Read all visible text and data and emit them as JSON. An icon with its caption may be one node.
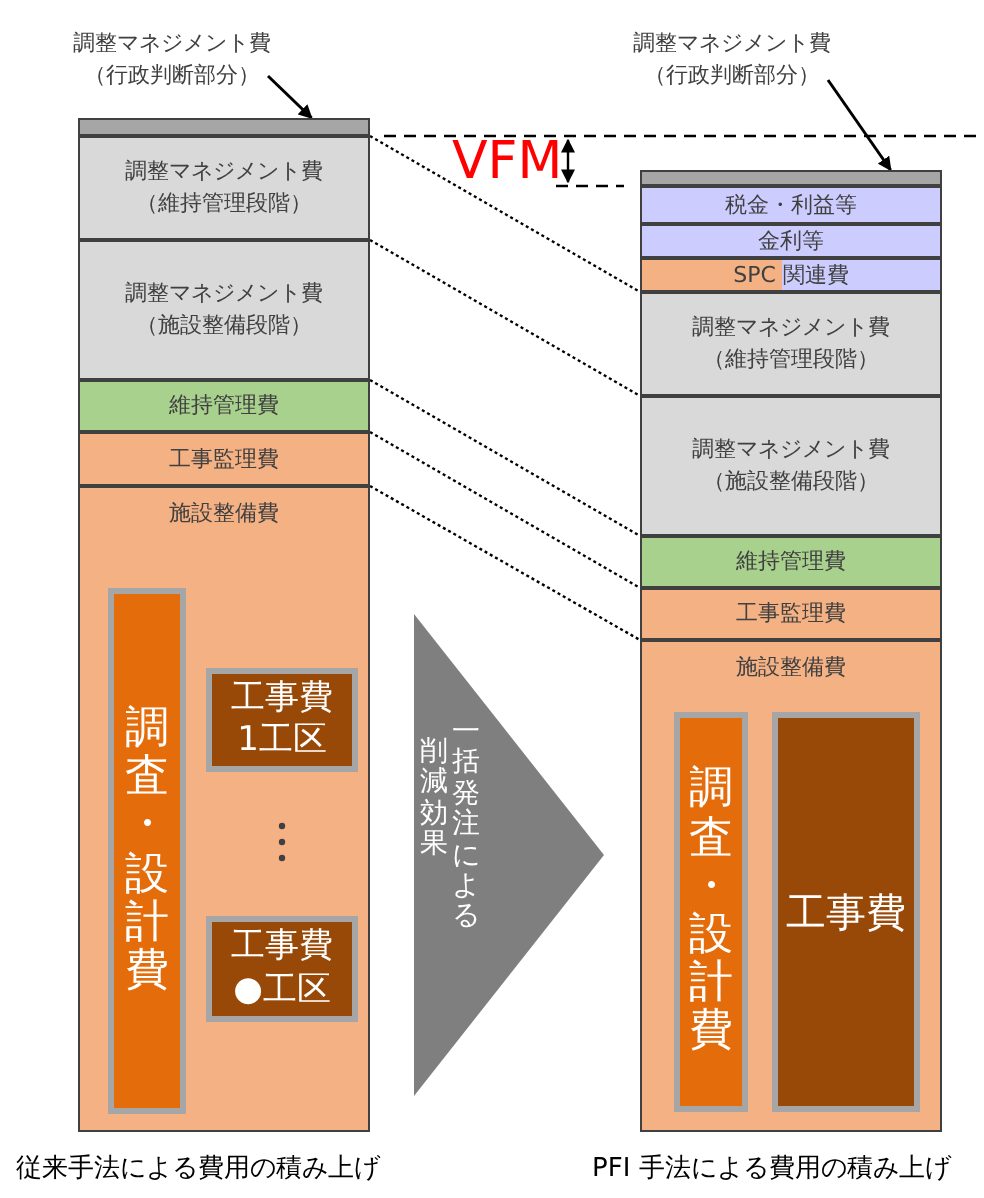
{
  "diagram": {
    "nodes": [
      {
        "text": [
          "調整マネジメント費",
          "（行政判断部分）"
        ]
      },
      {
        "text": [
          "調整マネジメント費",
          "（行政判断部分）"
        ]
      },
      {
        "text": [],
        "shape": "bar"
      },
      {
        "text": [
          "調整マネジメント費",
          "（維持管理段階）"
        ]
      },
      {
        "text": [
          "調整マネジメント費",
          "（施設整備段階）"
        ]
      },
      {
        "text": [
          "維持管理費"
        ]
      },
      {
        "text": [
          "工事監理費"
        ]
      },
      {
        "text": [
          "施設整備費"
        ]
      },
      {
        "text": [
          "調査・設計費"
        ],
        "in": 7
      },
      {
        "text": [
          "工事費1工区"
        ],
        "in": 7
      },
      {
        "text": [
          "工事費●工区"
        ],
        "in": 7
      },
      {
        "text": [],
        "shape": "bar"
      },
      {
        "text": [
          "税金・利益等"
        ]
      },
      {
        "text": [
          "金利等"
        ]
      },
      {
        "text": [
          "SPC 関連費"
        ]
      },
      {
        "text": [
          "調整マネジメント費",
          "（維持管理段階）"
        ]
      },
      {
        "text": [
          "調整マネジメント費",
          "（施設整備段階）"
        ]
      },
      {
        "text": [
          "維持管理費"
        ]
      },
      {
        "text": [
          "工事監理費"
        ]
      },
      {
        "text": [
          "施設整備費"
        ]
      },
      {
        "text": [
          "調査・設計費"
        ],
        "in": 19
      },
      {
        "text": [
          "工事費"
        ],
        "in": 19
      },
      {
        "text": [
          "削減効果",
          "一括発注による"
        ]
      }
    ],
    "edges": [
      {
        "from": 0,
        "to": 2,
        "arrow": "to"
      },
      {
        "from": 1,
        "to": 11,
        "arrow": "to"
      },
      {
        "from": 3,
        "to": 15,
        "arrow": "none",
        "style": "dashed"
      },
      {
        "from": 4,
        "to": 16,
        "arrow": "none",
        "style": "dashed"
      },
      {
        "from": 5,
        "to": 17,
        "arrow": "none",
        "style": "dashed"
      },
      {
        "from": 6,
        "to": 18,
        "arrow": "none",
        "style": "dashed"
      },
      {
        "from": 7,
        "to": 19,
        "arrow": "none",
        "style": "dashed"
      }
    ],
    "labels": [
      "VFM",
      "従来手法による費用の積み上げ",
      "PFI 手法による費用の積み上げ"
    ]
  }
}
